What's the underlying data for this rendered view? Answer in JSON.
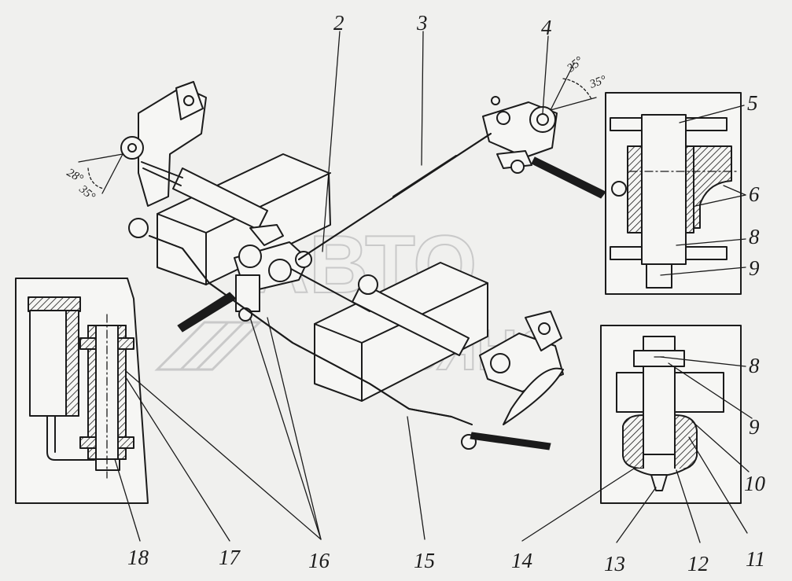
{
  "callouts": [
    "2",
    "3",
    "4",
    "5",
    "6",
    "8",
    "9",
    "8",
    "9",
    "10",
    "11",
    "12",
    "13",
    "14",
    "15",
    "16",
    "17",
    "18"
  ],
  "angles": {
    "top_right_a": "35°",
    "top_right_b": "35°",
    "left_a": "28°",
    "left_b": "35°"
  },
  "watermark": {
    "line1": "АВТО",
    "line2": "АЛЬЯНС"
  }
}
